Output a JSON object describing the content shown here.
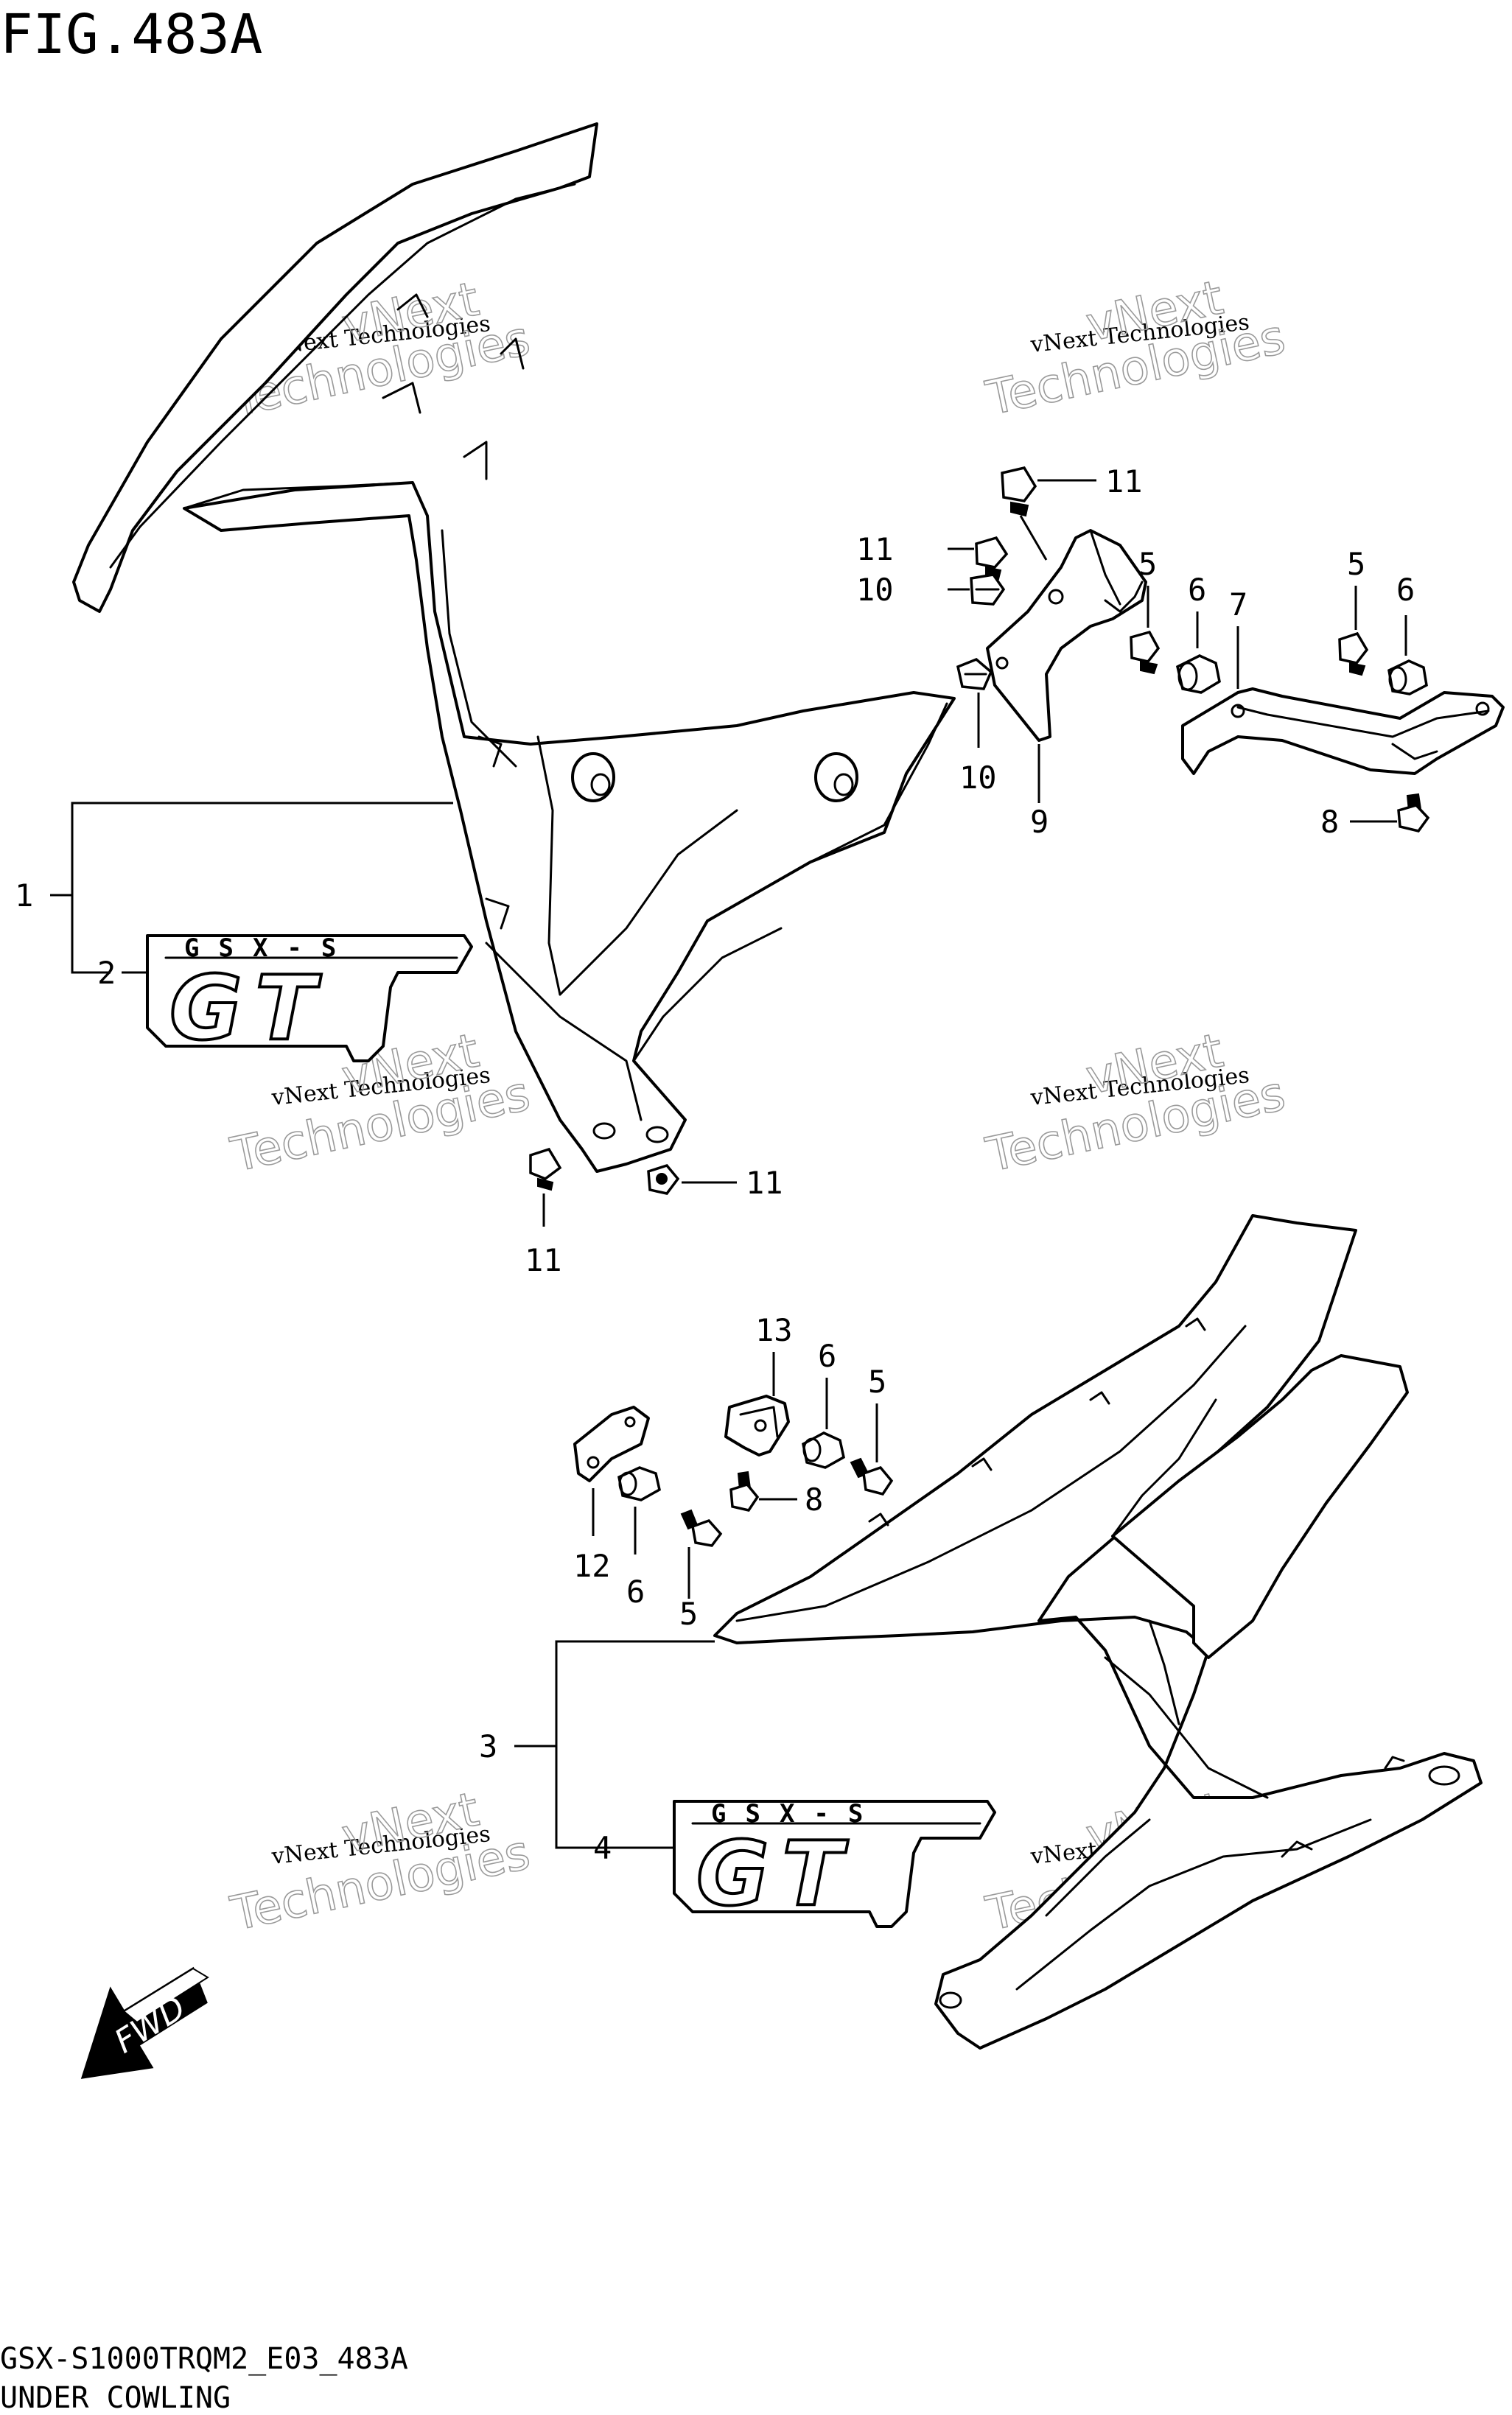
{
  "figure": {
    "title": "FIG.483A",
    "caption_code": "GSX-S1000TRQM2_E03_483A",
    "caption_name": "UNDER COWLING"
  },
  "callouts": {
    "c1": "1",
    "c2": "2",
    "c3": "3",
    "c4": "4",
    "c5a": "5",
    "c5b": "5",
    "c5c": "5",
    "c5d": "5",
    "c6a": "6",
    "c6b": "6",
    "c6c": "6",
    "c6d": "6",
    "c7": "7",
    "c8a": "8",
    "c8b": "8",
    "c9": "9",
    "c10a": "10",
    "c10b": "10",
    "c11a": "11",
    "c11b": "11",
    "c11c": "11",
    "c11d": "11",
    "c12": "12",
    "c13": "13"
  },
  "emblem": {
    "top_text": "GSX-S",
    "main_text": "GT"
  },
  "direction_arrow": {
    "label": "FWD",
    "icon": "forward-arrow-icon"
  },
  "watermark": {
    "line1": "vNext Technologies",
    "line2": "vNext",
    "line3": "Technologies"
  }
}
